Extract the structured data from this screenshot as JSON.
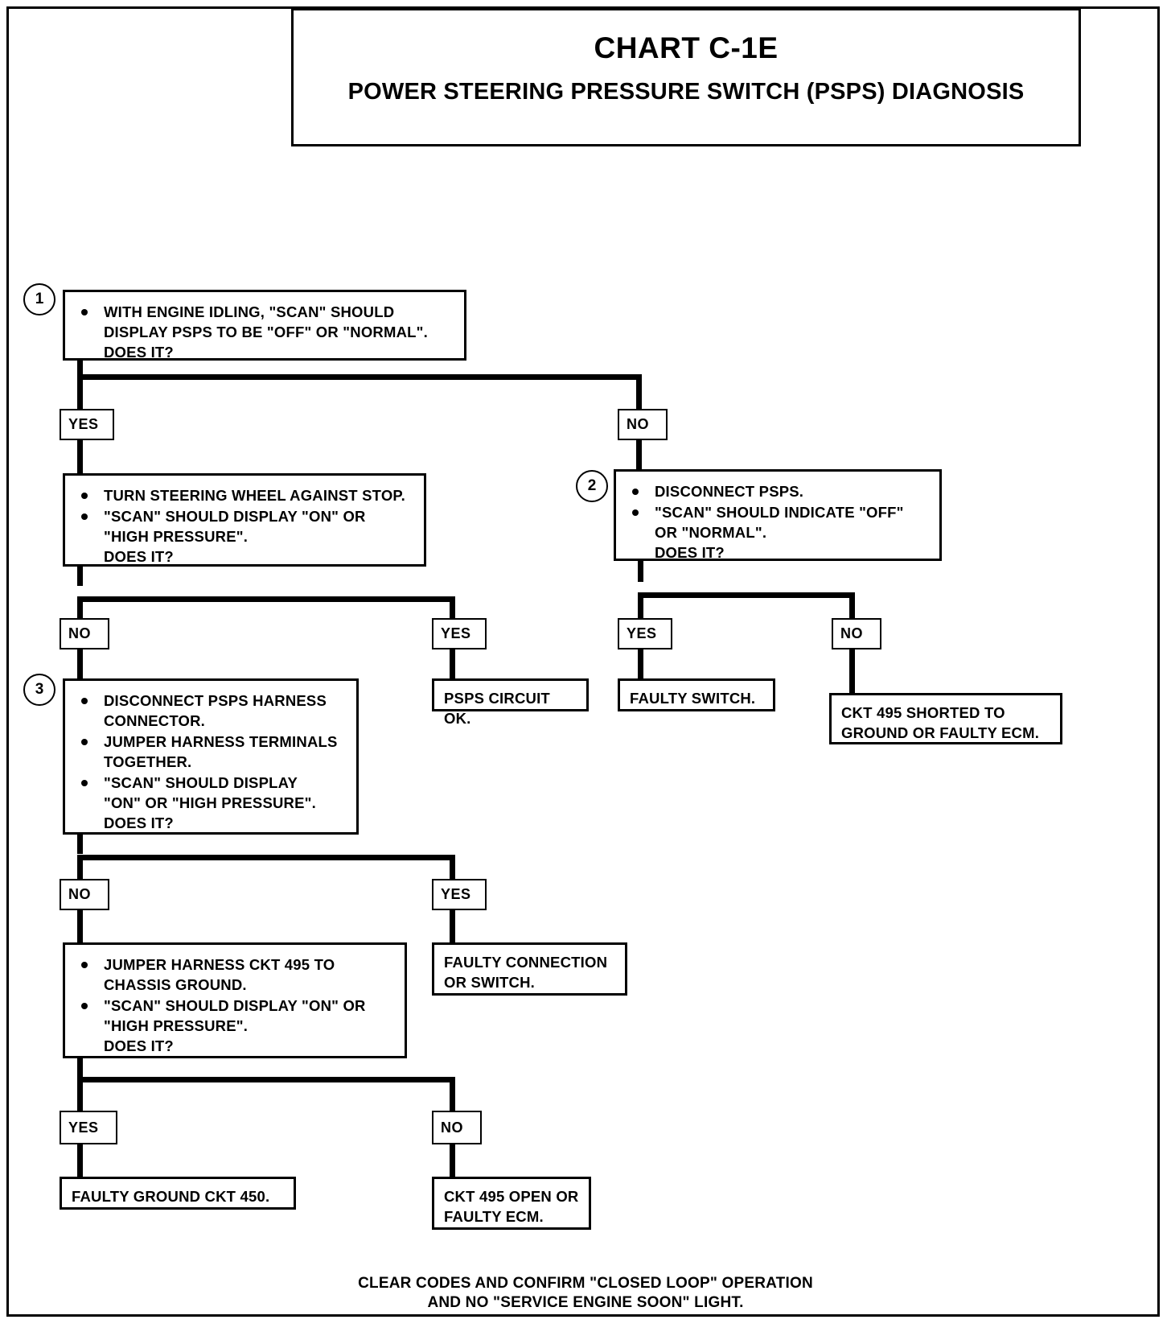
{
  "chart": {
    "title_main": "CHART C-1E",
    "title_sub": "POWER STEERING PRESSURE SWITCH (PSPS) DIAGNOSIS"
  },
  "steps": {
    "one": "1",
    "two": "2",
    "three": "3"
  },
  "labels": {
    "yes": "YES",
    "no": "NO"
  },
  "nodes": {
    "box1": {
      "bullet1": "WITH ENGINE IDLING, \"SCAN\" SHOULD\nDISPLAY PSPS TO BE \"OFF\"  OR \"NORMAL\".\nDOES IT?"
    },
    "box_turn_wheel": {
      "bullet1": "TURN STEERING WHEEL AGAINST STOP.",
      "bullet2": "\"SCAN\" SHOULD DISPLAY \"ON\" OR\n\"HIGH PRESSURE\".\nDOES IT?"
    },
    "box2_disconnect": {
      "bullet1": "DISCONNECT PSPS.",
      "bullet2": "\"SCAN\" SHOULD INDICATE  \"OFF\"\nOR \"NORMAL\".\nDOES IT?"
    },
    "box3_harness": {
      "bullet1": "DISCONNECT PSPS  HARNESS\nCONNECTOR.",
      "bullet2": "JUMPER HARNESS TERMINALS\nTOGETHER.",
      "bullet3": "\"SCAN\" SHOULD DISPLAY\n\"ON\" OR \"HIGH PRESSURE\".\nDOES IT?"
    },
    "box_jumper_ground": {
      "bullet1": "JUMPER HARNESS CKT 495 TO\nCHASSIS GROUND.",
      "bullet2": "\"SCAN\" SHOULD DISPLAY \"ON\" OR\n\"HIGH PRESSURE\".\nDOES IT?"
    },
    "term_psps_ok": "PSPS CIRCUIT OK.",
    "term_faulty_switch": "FAULTY SWITCH.",
    "term_ckt495_shorted": "CKT 495 SHORTED TO\nGROUND OR FAULTY ECM.",
    "term_faulty_connection": "FAULTY CONNECTION\nOR SWITCH.",
    "term_faulty_ground": "FAULTY GROUND CKT  450.",
    "term_ckt495_open": "CKT 495 OPEN OR\nFAULTY ECM."
  },
  "footer": {
    "note": "CLEAR CODES AND CONFIRM \"CLOSED LOOP\" OPERATION\nAND NO \"SERVICE ENGINE SOON\" LIGHT."
  },
  "colors": {
    "ink": "#000000",
    "paper": "#ffffff"
  }
}
